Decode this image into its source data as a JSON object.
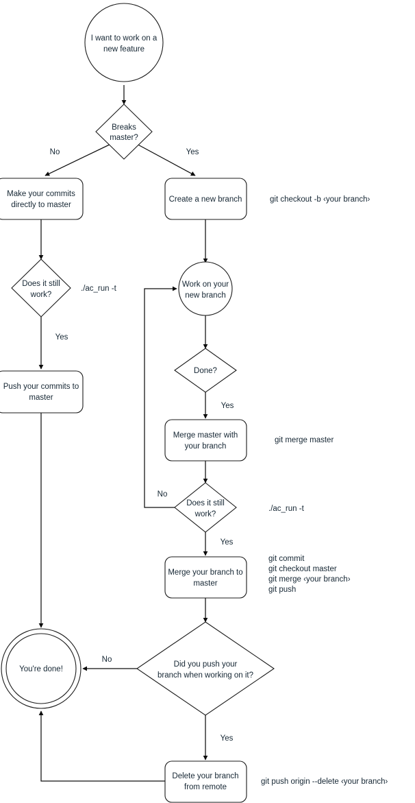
{
  "diagram": {
    "title": "Git feature branch workflow flowchart",
    "type": "flowchart",
    "colors": {
      "background": "#ffffff",
      "stroke": "#1a1a1a",
      "text": "#152633",
      "edge": "#0d0d0d"
    }
  },
  "nodes": {
    "start": {
      "line1": "I want to work on a",
      "line2": "new feature",
      "shape": "circle"
    },
    "breaks_master": {
      "line1": "Breaks",
      "line2": "master?",
      "shape": "diamond"
    },
    "make_commits": {
      "line1": "Make your commits",
      "line2": "directly to master",
      "shape": "rounded-rect"
    },
    "create_branch": {
      "line1": "Create a new branch",
      "line2": "",
      "shape": "rounded-rect"
    },
    "left_still_work": {
      "line1": "Does it still",
      "line2": "work?",
      "shape": "diamond"
    },
    "push_commits": {
      "line1": "Push your commits to",
      "line2": "master",
      "shape": "rounded-rect"
    },
    "work_on_branch": {
      "line1": "Work on your",
      "line2": "new branch",
      "shape": "circle"
    },
    "done_q": {
      "line1": "Done?",
      "line2": "",
      "shape": "diamond"
    },
    "merge_master": {
      "line1": "Merge master with",
      "line2": "your branch",
      "shape": "rounded-rect"
    },
    "right_still_work": {
      "line1": "Does it still",
      "line2": "work?",
      "shape": "diamond"
    },
    "merge_branch": {
      "line1": "Merge your branch to",
      "line2": "master",
      "shape": "rounded-rect"
    },
    "did_push_q": {
      "line1": "Did you push your",
      "line2": "branch when working on it?",
      "shape": "diamond"
    },
    "delete_branch": {
      "line1": "Delete your branch",
      "line2": "from remote",
      "shape": "rounded-rect"
    },
    "youre_done": {
      "line1": "You're done!",
      "line2": "",
      "shape": "double-circle"
    }
  },
  "edge_labels": {
    "breaks_no": "No",
    "breaks_yes": "Yes",
    "left_work_yes": "Yes",
    "done_yes": "Yes",
    "right_work_no": "No",
    "right_work_yes": "Yes",
    "did_push_no": "No",
    "did_push_yes": "Yes"
  },
  "side_notes": {
    "checkout_branch": "git checkout -b ‹your branch›",
    "ac_run_left": "./ac_run -t",
    "merge_master": "git merge master",
    "ac_run_right": "./ac_run -t",
    "merge_commands_1": "git commit",
    "merge_commands_2": "git checkout master",
    "merge_commands_3": "git merge ‹your branch›",
    "merge_commands_4": "git push",
    "push_origin_delete": "git push origin --delete ‹your branch›"
  }
}
